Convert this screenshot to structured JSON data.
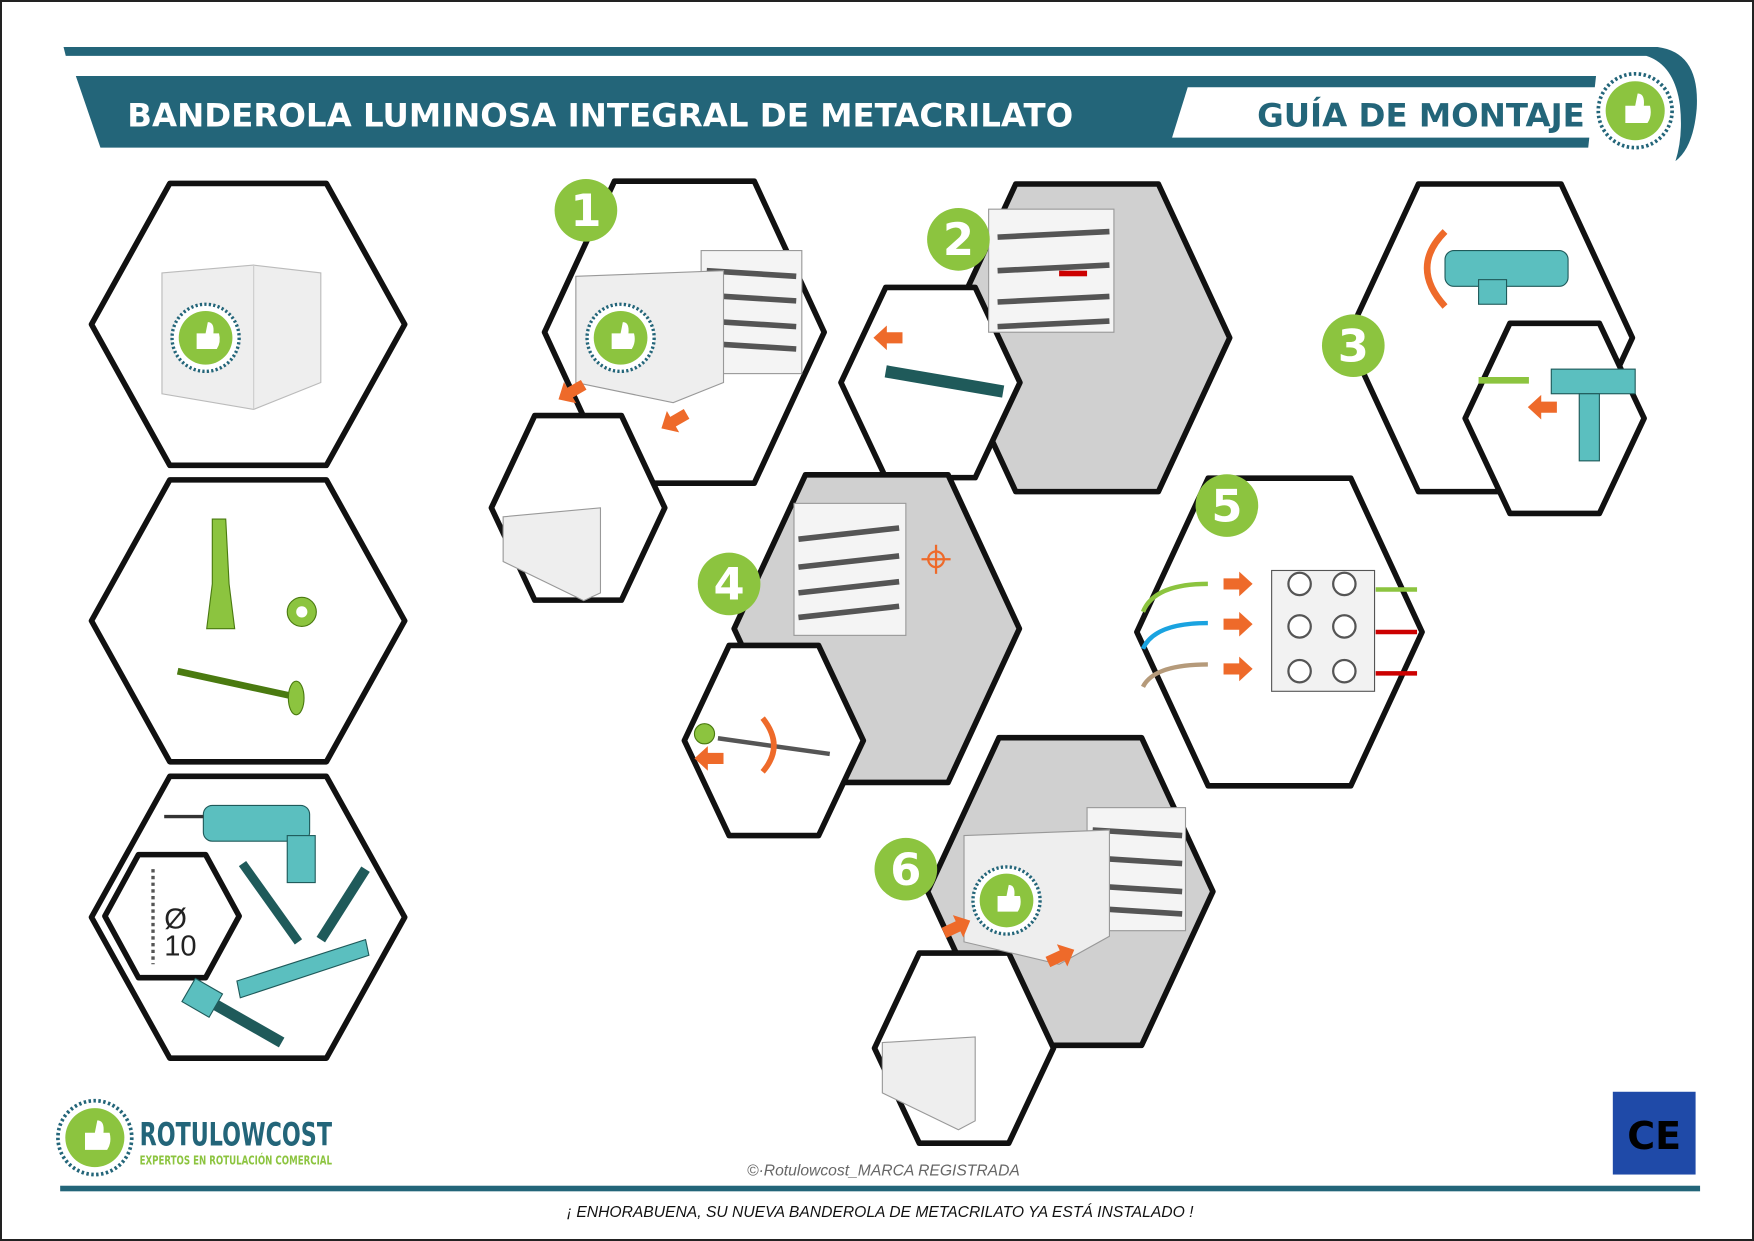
{
  "header": {
    "title": "BANDEROLA LUMINOSA INTEGRAL DE METACRILATO",
    "subtitle": "GUÍA DE MONTAJE"
  },
  "colors": {
    "brand_teal": "#236579",
    "brand_green": "#8cc43f",
    "tool_teal": "#5bbfbf",
    "arrow_orange": "#ee6a2a"
  },
  "materials": {
    "drill_size_symbol": "Ø",
    "drill_size": "10"
  },
  "steps": [
    {
      "number": "1"
    },
    {
      "number": "2"
    },
    {
      "number": "3"
    },
    {
      "number": "4"
    },
    {
      "number": "5"
    },
    {
      "number": "6"
    }
  ],
  "footer": {
    "brand_name": "ROTULOWCOST",
    "brand_tagline": "EXPERTOS EN ROTULACIÓN COMERCIAL",
    "copyright": "©·Rotulowcost_MARCA REGISTRADA",
    "message": "¡ ENHORABUENA, SU NUEVA BANDEROLA DE METACRILATO YA ESTÁ INSTALADO !"
  }
}
